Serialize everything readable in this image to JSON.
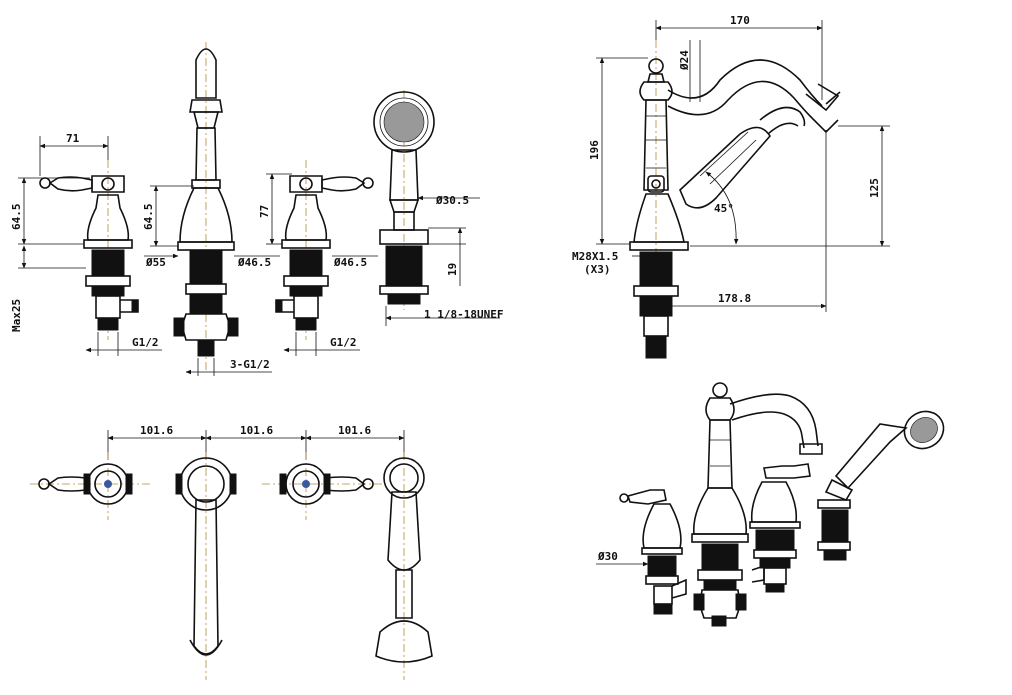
{
  "front_view": {
    "dim_71": "71",
    "dim_64_5_left": "64.5",
    "dim_max25": "Max25",
    "dim_64_5_spout": "64.5",
    "dim_55": "Ø55",
    "dim_46_5_a": "Ø46.5",
    "dim_77": "77",
    "dim_46_5_b": "Ø46.5",
    "dim_30_5": "Ø30.5",
    "dim_19": "19",
    "dim_unef": "1 1/8-18UNEF",
    "dim_g12_left": "G1/2",
    "dim_3g12": "3-G1/2",
    "dim_g12_right": "G1/2"
  },
  "side_view": {
    "dim_170": "170",
    "dim_24": "Ø24",
    "dim_196": "196",
    "dim_125": "125",
    "dim_45": "45°",
    "dim_m28": "M28X1.5",
    "dim_x3": "(X3)",
    "dim_178_8": "178.8"
  },
  "top_view": {
    "dim_101_6_a": "101.6",
    "dim_101_6_b": "101.6",
    "dim_101_6_c": "101.6"
  },
  "iso_view": {
    "dim_30": "Ø30"
  }
}
